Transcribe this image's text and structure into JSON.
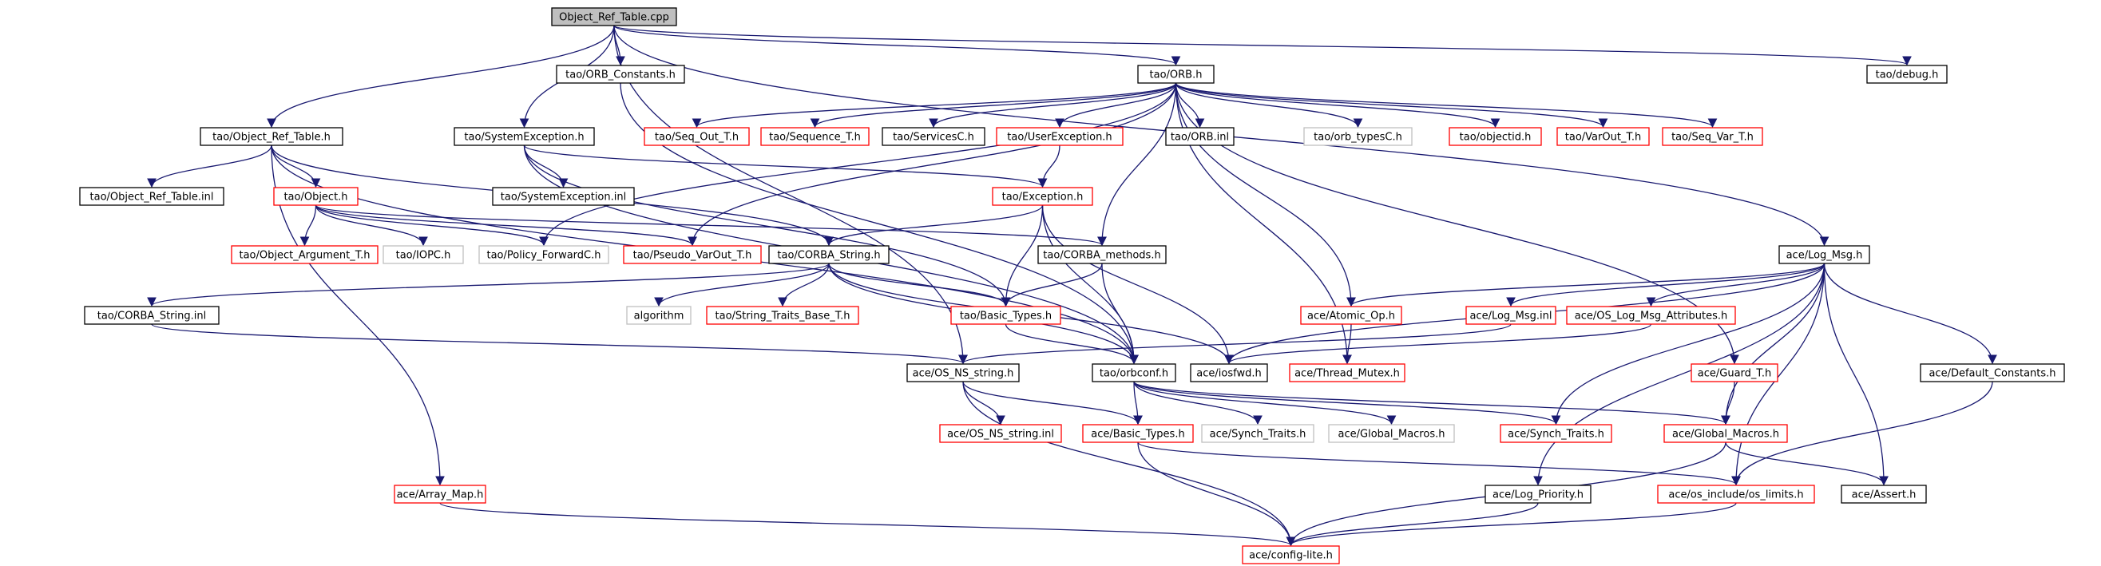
{
  "colors": {
    "edge": "#191970",
    "border_normal": "#000000",
    "border_truncated": "#ff0000",
    "border_external": "#bfbfbf",
    "fill_root": "#bfbfbf",
    "fill_default": "#ffffff"
  },
  "nodes": {
    "root": {
      "label": "Object_Ref_Table.cpp",
      "kind": "root"
    },
    "orb_constants": {
      "label": "tao/ORB_Constants.h",
      "kind": "normal"
    },
    "orb_h": {
      "label": "tao/ORB.h",
      "kind": "normal"
    },
    "debug_h": {
      "label": "tao/debug.h",
      "kind": "normal"
    },
    "object_ref_table_h": {
      "label": "tao/Object_Ref_Table.h",
      "kind": "normal"
    },
    "system_exception_h": {
      "label": "tao/SystemException.h",
      "kind": "normal"
    },
    "seq_out_t": {
      "label": "tao/Seq_Out_T.h",
      "kind": "truncated"
    },
    "sequence_t": {
      "label": "tao/Sequence_T.h",
      "kind": "truncated"
    },
    "services_c": {
      "label": "tao/ServicesC.h",
      "kind": "normal"
    },
    "user_exception_h": {
      "label": "tao/UserException.h",
      "kind": "truncated"
    },
    "orb_inl": {
      "label": "tao/ORB.inl",
      "kind": "normal"
    },
    "orb_types_c": {
      "label": "tao/orb_typesC.h",
      "kind": "external"
    },
    "objectid_h": {
      "label": "tao/objectid.h",
      "kind": "truncated"
    },
    "varout_t": {
      "label": "tao/VarOut_T.h",
      "kind": "truncated"
    },
    "seq_var_t": {
      "label": "tao/Seq_Var_T.h",
      "kind": "truncated"
    },
    "object_ref_table_inl": {
      "label": "tao/Object_Ref_Table.inl",
      "kind": "normal"
    },
    "object_h": {
      "label": "tao/Object.h",
      "kind": "truncated"
    },
    "system_exception_inl": {
      "label": "tao/SystemException.inl",
      "kind": "normal"
    },
    "exception_h": {
      "label": "tao/Exception.h",
      "kind": "truncated"
    },
    "object_argument_t": {
      "label": "tao/Object_Argument_T.h",
      "kind": "truncated"
    },
    "iopc_h": {
      "label": "tao/IOPC.h",
      "kind": "external"
    },
    "policy_forwardc": {
      "label": "tao/Policy_ForwardC.h",
      "kind": "external"
    },
    "pseudo_varout_t": {
      "label": "tao/Pseudo_VarOut_T.h",
      "kind": "truncated"
    },
    "corba_string_h": {
      "label": "tao/CORBA_String.h",
      "kind": "normal"
    },
    "corba_methods_h": {
      "label": "tao/CORBA_methods.h",
      "kind": "normal"
    },
    "log_msg_h": {
      "label": "ace/Log_Msg.h",
      "kind": "normal"
    },
    "corba_string_inl": {
      "label": "tao/CORBA_String.inl",
      "kind": "normal"
    },
    "algorithm": {
      "label": "algorithm",
      "kind": "external"
    },
    "string_traits_base_t": {
      "label": "tao/String_Traits_Base_T.h",
      "kind": "truncated"
    },
    "basic_types_tao": {
      "label": "tao/Basic_Types.h",
      "kind": "truncated"
    },
    "atomic_op_h": {
      "label": "ace/Atomic_Op.h",
      "kind": "truncated"
    },
    "log_msg_inl": {
      "label": "ace/Log_Msg.inl",
      "kind": "truncated"
    },
    "os_log_msg_attributes": {
      "label": "ace/OS_Log_Msg_Attributes.h",
      "kind": "truncated"
    },
    "os_ns_string_h": {
      "label": "ace/OS_NS_string.h",
      "kind": "normal"
    },
    "orbconf_h": {
      "label": "tao/orbconf.h",
      "kind": "normal"
    },
    "iosfwd_h": {
      "label": "ace/iosfwd.h",
      "kind": "normal"
    },
    "thread_mutex_h": {
      "label": "ace/Thread_Mutex.h",
      "kind": "truncated"
    },
    "guard_t": {
      "label": "ace/Guard_T.h",
      "kind": "truncated"
    },
    "default_constants_h": {
      "label": "ace/Default_Constants.h",
      "kind": "normal"
    },
    "os_ns_string_inl": {
      "label": "ace/OS_NS_string.inl",
      "kind": "truncated"
    },
    "basic_types_ace": {
      "label": "ace/Basic_Types.h",
      "kind": "truncated"
    },
    "synch_traits_ext": {
      "label": "ace/Synch_Traits.h",
      "kind": "external"
    },
    "global_macros_ext": {
      "label": "ace/Global_Macros.h",
      "kind": "external"
    },
    "synch_traits_h": {
      "label": "ace/Synch_Traits.h",
      "kind": "truncated"
    },
    "global_macros_h": {
      "label": "ace/Global_Macros.h",
      "kind": "truncated"
    },
    "array_map_h": {
      "label": "ace/Array_Map.h",
      "kind": "truncated"
    },
    "log_priority_h": {
      "label": "ace/Log_Priority.h",
      "kind": "normal"
    },
    "os_limits_h": {
      "label": "ace/os_include/os_limits.h",
      "kind": "truncated"
    },
    "assert_h": {
      "label": "ace/Assert.h",
      "kind": "normal"
    },
    "config_lite_h": {
      "label": "ace/config-lite.h",
      "kind": "truncated"
    }
  },
  "edges": [
    [
      "root",
      "orb_constants"
    ],
    [
      "root",
      "orb_h"
    ],
    [
      "root",
      "debug_h"
    ],
    [
      "root",
      "object_ref_table_h"
    ],
    [
      "root",
      "system_exception_h"
    ],
    [
      "root",
      "log_msg_h"
    ],
    [
      "root",
      "os_ns_string_h"
    ],
    [
      "orb_constants",
      "orbconf_h"
    ],
    [
      "orb_h",
      "seq_out_t"
    ],
    [
      "orb_h",
      "sequence_t"
    ],
    [
      "orb_h",
      "services_c"
    ],
    [
      "orb_h",
      "user_exception_h"
    ],
    [
      "orb_h",
      "orb_inl"
    ],
    [
      "orb_h",
      "orb_types_c"
    ],
    [
      "orb_h",
      "objectid_h"
    ],
    [
      "orb_h",
      "varout_t"
    ],
    [
      "orb_h",
      "seq_var_t"
    ],
    [
      "orb_h",
      "corba_methods_h"
    ],
    [
      "orb_h",
      "atomic_op_h"
    ],
    [
      "orb_h",
      "thread_mutex_h"
    ],
    [
      "orb_h",
      "guard_t"
    ],
    [
      "orb_h",
      "pseudo_varout_t"
    ],
    [
      "orb_h",
      "policy_forwardc"
    ],
    [
      "object_ref_table_h",
      "object_ref_table_inl"
    ],
    [
      "object_ref_table_h",
      "object_h"
    ],
    [
      "object_ref_table_h",
      "corba_string_h"
    ],
    [
      "object_ref_table_h",
      "array_map_h"
    ],
    [
      "object_ref_table_h",
      "orbconf_h"
    ],
    [
      "system_exception_h",
      "system_exception_inl"
    ],
    [
      "system_exception_h",
      "exception_h"
    ],
    [
      "system_exception_h",
      "basic_types_tao"
    ],
    [
      "system_exception_h",
      "orbconf_h"
    ],
    [
      "user_exception_h",
      "exception_h"
    ],
    [
      "object_h",
      "object_argument_t"
    ],
    [
      "object_h",
      "iopc_h"
    ],
    [
      "object_h",
      "policy_forwardc"
    ],
    [
      "object_h",
      "pseudo_varout_t"
    ],
    [
      "object_h",
      "corba_methods_h"
    ],
    [
      "exception_h",
      "corba_string_h"
    ],
    [
      "exception_h",
      "basic_types_tao"
    ],
    [
      "exception_h",
      "orbconf_h"
    ],
    [
      "exception_h",
      "iosfwd_h"
    ],
    [
      "corba_string_h",
      "corba_string_inl"
    ],
    [
      "corba_string_h",
      "algorithm"
    ],
    [
      "corba_string_h",
      "string_traits_base_t"
    ],
    [
      "corba_string_h",
      "basic_types_tao"
    ],
    [
      "corba_string_h",
      "orbconf_h"
    ],
    [
      "corba_string_h",
      "iosfwd_h"
    ],
    [
      "corba_string_inl",
      "os_ns_string_h"
    ],
    [
      "corba_methods_h",
      "basic_types_tao"
    ],
    [
      "corba_methods_h",
      "orbconf_h"
    ],
    [
      "basic_types_tao",
      "orbconf_h"
    ],
    [
      "log_msg_h",
      "atomic_op_h"
    ],
    [
      "log_msg_h",
      "log_msg_inl"
    ],
    [
      "log_msg_h",
      "os_log_msg_attributes"
    ],
    [
      "log_msg_h",
      "default_constants_h"
    ],
    [
      "log_msg_h",
      "synch_traits_h"
    ],
    [
      "log_msg_h",
      "global_macros_h"
    ],
    [
      "log_msg_h",
      "log_priority_h"
    ],
    [
      "log_msg_h",
      "os_limits_h"
    ],
    [
      "log_msg_h",
      "assert_h"
    ],
    [
      "log_msg_h",
      "iosfwd_h"
    ],
    [
      "atomic_op_h",
      "thread_mutex_h"
    ],
    [
      "log_msg_inl",
      "os_ns_string_h"
    ],
    [
      "os_log_msg_attributes",
      "iosfwd_h"
    ],
    [
      "guard_t",
      "global_macros_h"
    ],
    [
      "default_constants_h",
      "os_limits_h"
    ],
    [
      "orbconf_h",
      "basic_types_ace"
    ],
    [
      "orbconf_h",
      "synch_traits_ext"
    ],
    [
      "orbconf_h",
      "global_macros_ext"
    ],
    [
      "orbconf_h",
      "synch_traits_h"
    ],
    [
      "orbconf_h",
      "global_macros_h"
    ],
    [
      "os_ns_string_h",
      "os_ns_string_inl"
    ],
    [
      "os_ns_string_h",
      "basic_types_ace"
    ],
    [
      "os_ns_string_h",
      "config_lite_h"
    ],
    [
      "global_macros_h",
      "assert_h"
    ],
    [
      "global_macros_h",
      "config_lite_h"
    ],
    [
      "basic_types_ace",
      "os_limits_h"
    ],
    [
      "basic_types_ace",
      "config_lite_h"
    ],
    [
      "log_priority_h",
      "config_lite_h"
    ],
    [
      "os_limits_h",
      "config_lite_h"
    ],
    [
      "array_map_h",
      "config_lite_h"
    ]
  ]
}
